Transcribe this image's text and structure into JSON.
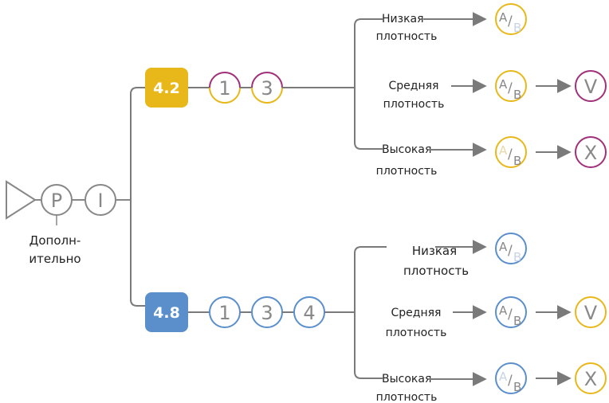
{
  "colors": {
    "line": "#7a7a7a",
    "yellow": "#e8b81a",
    "blue": "#5b8fcc",
    "purple": "#a0307a",
    "gray_symbol": "#888888",
    "light_b": "#c9d3e6",
    "light_a": "#e8d8a8"
  },
  "start": {
    "p_label": "P",
    "i_label": "I",
    "note_line1": "Дополн-",
    "note_line2": "ительно"
  },
  "upper": {
    "box": "4.2",
    "steps": [
      "1",
      "3"
    ],
    "rows": [
      {
        "l1": "Низкая",
        "l2": "плотность",
        "ab_a": "A",
        "ab_b": "B",
        "end": ""
      },
      {
        "l1": "Средняя",
        "l2": "плотность",
        "ab_a": "A",
        "ab_b": "B",
        "end": "V"
      },
      {
        "l1": "Высокая",
        "l2": "плотность",
        "ab_a": "A",
        "ab_b": "B",
        "end": "X"
      }
    ]
  },
  "lower": {
    "box": "4.8",
    "steps": [
      "1",
      "3",
      "4"
    ],
    "rows": [
      {
        "l1": "Низкая",
        "l2": "плотность",
        "ab_a": "A",
        "ab_b": "B",
        "end": ""
      },
      {
        "l1": "Средняя",
        "l2": "плотность",
        "ab_a": "A",
        "ab_b": "B",
        "end": "V"
      },
      {
        "l1": "Высокая",
        "l2": "плотность",
        "ab_a": "A",
        "ab_b": "B",
        "end": "X"
      }
    ]
  },
  "slash": "/"
}
